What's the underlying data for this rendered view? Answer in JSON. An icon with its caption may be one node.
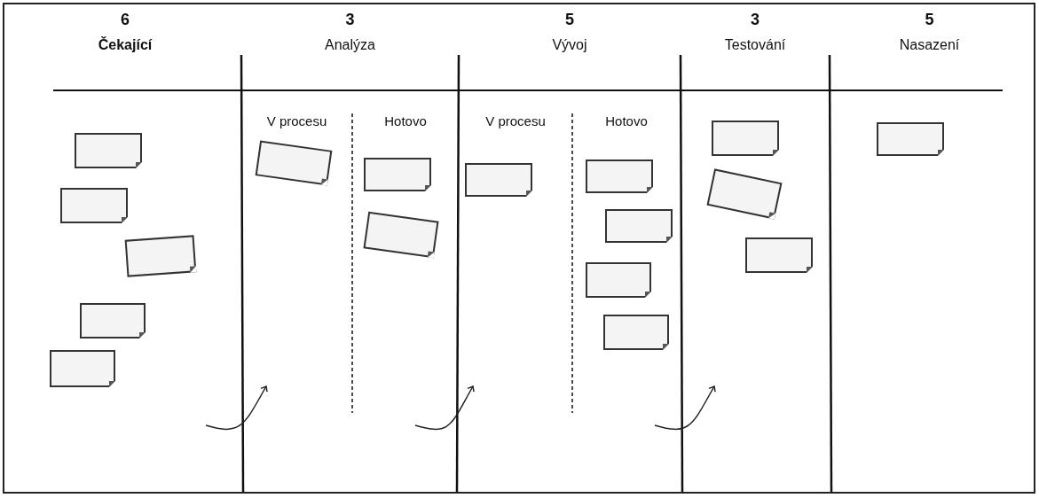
{
  "diagram": {
    "nodes": [
      {
        "text": [
          "6",
          "Čekající"
        ]
      },
      {
        "text": [],
        "shape": "box",
        "in": 0
      },
      {
        "text": [],
        "shape": "box",
        "in": 0
      },
      {
        "text": [],
        "shape": "box",
        "in": 0
      },
      {
        "text": [],
        "shape": "box",
        "in": 0
      },
      {
        "text": [],
        "shape": "box",
        "in": 0
      },
      {
        "text": [
          "3",
          "Analýza"
        ]
      },
      {
        "text": [
          "V procesu"
        ],
        "in": 6
      },
      {
        "text": [],
        "shape": "box",
        "in": 7
      },
      {
        "text": [
          "Hotovo"
        ],
        "in": 6
      },
      {
        "text": [],
        "shape": "box",
        "in": 9
      },
      {
        "text": [],
        "shape": "box",
        "in": 9
      },
      {
        "text": [
          "5",
          "Vývoj"
        ]
      },
      {
        "text": [
          "V procesu"
        ],
        "in": 12
      },
      {
        "text": [],
        "shape": "box",
        "in": 13
      },
      {
        "text": [
          "Hotovo"
        ],
        "in": 12
      },
      {
        "text": [],
        "shape": "box",
        "in": 15
      },
      {
        "text": [],
        "shape": "box",
        "in": 15
      },
      {
        "text": [],
        "shape": "box",
        "in": 15
      },
      {
        "text": [],
        "shape": "box",
        "in": 15
      },
      {
        "text": [
          "3",
          "Testování"
        ]
      },
      {
        "text": [],
        "shape": "box",
        "in": 20
      },
      {
        "text": [],
        "shape": "box",
        "in": 20
      },
      {
        "text": [],
        "shape": "box",
        "in": 20
      },
      {
        "text": [
          "5",
          "Nasazení"
        ]
      },
      {
        "text": [],
        "shape": "box",
        "in": 24
      }
    ],
    "edges": []
  }
}
